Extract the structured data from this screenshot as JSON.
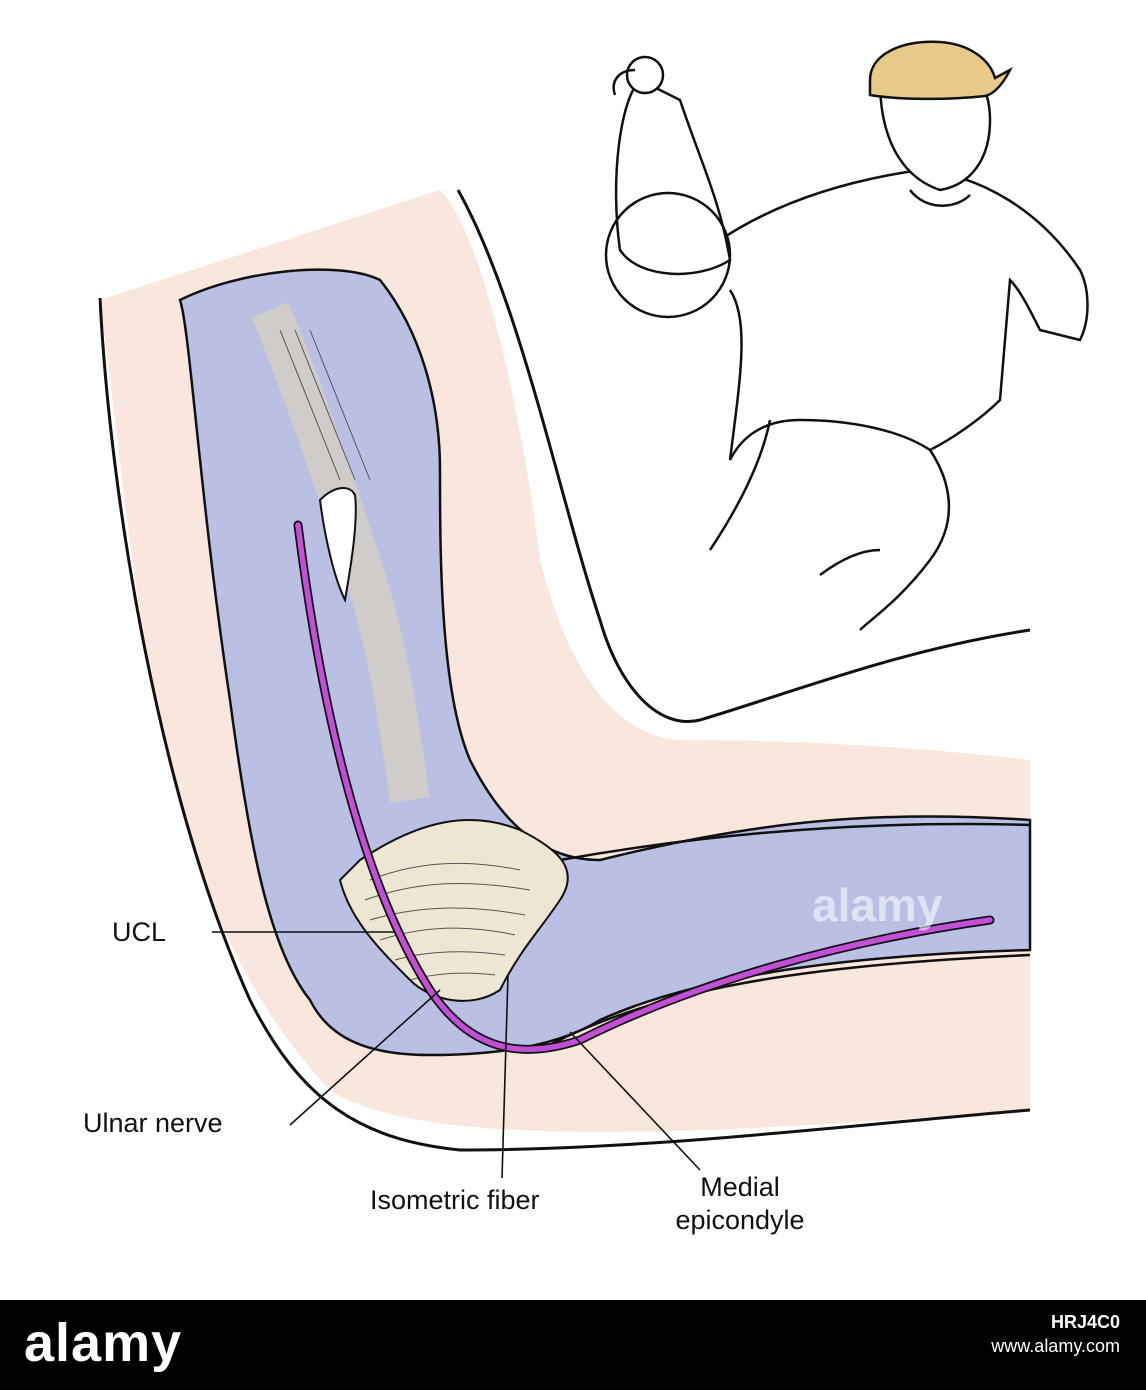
{
  "labels": {
    "ucl": "UCL",
    "ulnar_nerve": "Ulnar nerve",
    "isometric_fiber": "Isometric fiber",
    "medial_epicondyle_line1": "Medial",
    "medial_epicondyle_line2": "epicondyle"
  },
  "watermark": "alamy",
  "footer": {
    "logo": "alamy",
    "image_id": "HRJ4C0",
    "url": "www.alamy.com"
  },
  "colors": {
    "skin": "#f8e3d8",
    "bone": "#b9c0e4",
    "ligament": "#ece6d2",
    "nerve": "#c24fd6",
    "outline": "#111111",
    "cap": "#e7c98a"
  }
}
